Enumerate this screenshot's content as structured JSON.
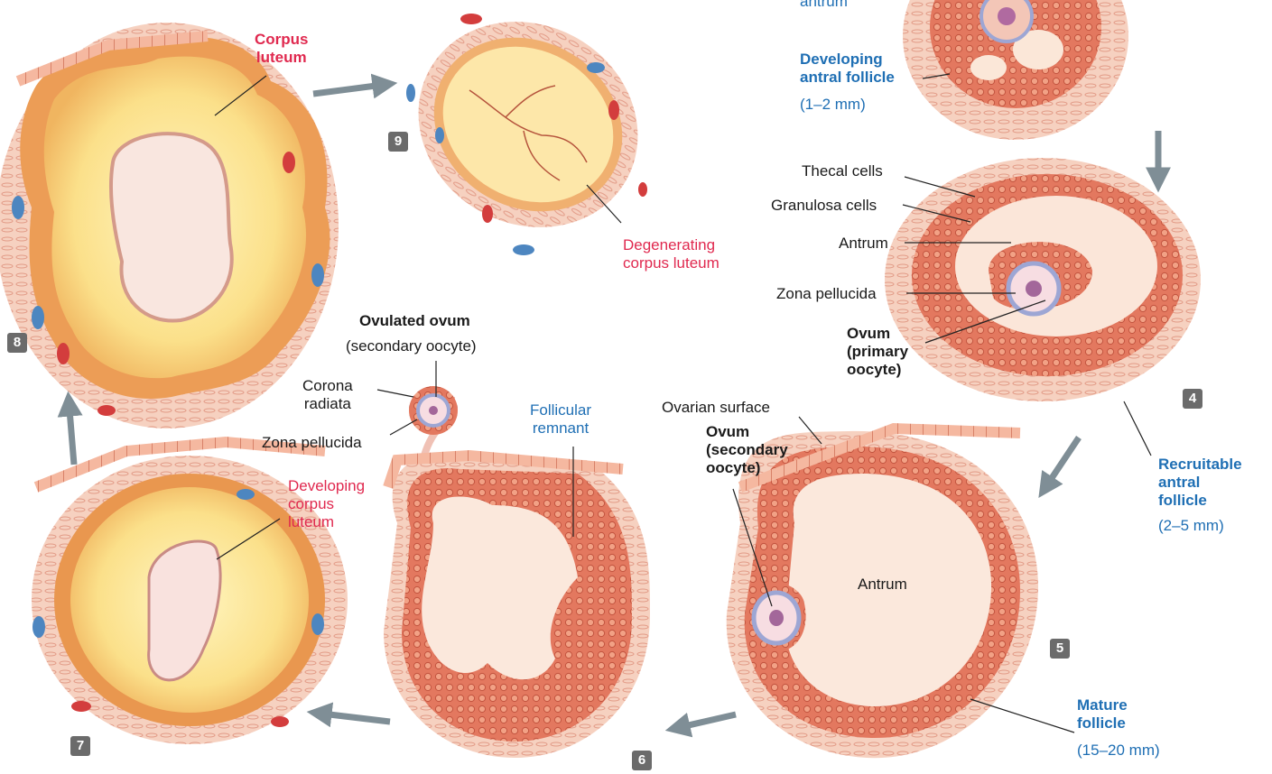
{
  "labels": {
    "antrum_top": "antrum",
    "developing_antral_follicle": "Developing\nantral follicle",
    "developing_antral_size": "(1–2 mm)",
    "corpus_luteum": "Corpus\nluteum",
    "degenerating_corpus_luteum": "Degenerating\ncorpus luteum",
    "thecal_cells": "Thecal cells",
    "granulosa_cells": "Granulosa cells",
    "antrum_follicle4": "Antrum",
    "zona_pellucida_follicle4": "Zona pellucida",
    "ovum_primary": "Ovum\n(primary\noocyte)",
    "recruitable_antral_follicle": "Recruitable\nantral\nfollicle",
    "recruitable_size": "(2–5 mm)",
    "ovulated_ovum": "Ovulated ovum",
    "ovulated_ovum_sub": "(secondary oocyte)",
    "corona_radiata": "Corona\nradiata",
    "zona_pellucida_ovum": "Zona pellucida",
    "follicular_remnant": "Follicular\nremnant",
    "ovarian_surface": "Ovarian surface",
    "ovum_secondary": "Ovum\n(secondary\noocyte)",
    "antrum_follicle5": "Antrum",
    "mature_follicle": "Mature\nfollicle",
    "mature_size": "(15–20 mm)",
    "developing_corpus_luteum": "Developing\ncorpus\nluteum"
  },
  "stages": [
    "4",
    "5",
    "6",
    "7",
    "8",
    "9"
  ],
  "colors": {
    "black_text": "#1a1a1a",
    "red_text": "#e0294f",
    "blue_text": "#1f6fb4",
    "badge": "#6b6b6b",
    "arrow": "#7f8e96"
  }
}
